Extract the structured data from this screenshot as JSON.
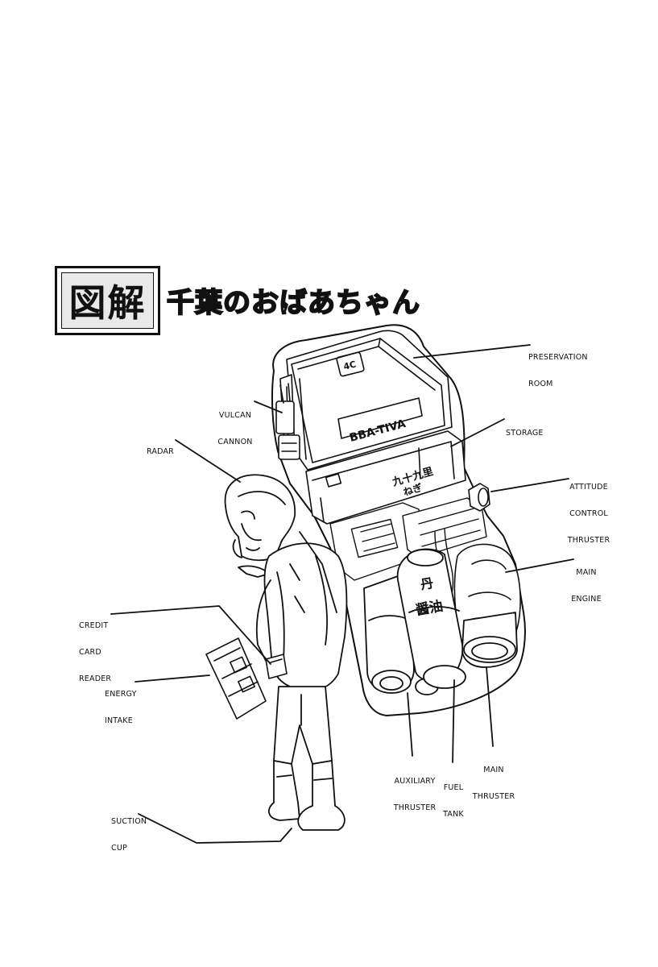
{
  "title": {
    "kanji": "図解",
    "subtitle": "千葉のおばあちゃん"
  },
  "labels": {
    "preservation_room": [
      "PRESERVATION",
      "ROOM"
    ],
    "vulcan_cannon": [
      "VULCAN",
      "CANNON"
    ],
    "radar": [
      "RADAR"
    ],
    "storage": [
      "STORAGE"
    ],
    "attitude_control_thruster": [
      "ATTITUDE",
      "CONTROL",
      "THRUSTER"
    ],
    "main_engine": [
      "MAIN",
      "ENGINE"
    ],
    "credit_card_reader": [
      "CREDIT",
      "CARD",
      "READER"
    ],
    "energy_intake": [
      "ENERGY",
      "INTAKE"
    ],
    "auxiliary_thruster": [
      "AUXILIARY",
      "THRUSTER"
    ],
    "fuel_tank": [
      "FUEL",
      "TANK"
    ],
    "main_thruster": [
      "MAIN",
      "THRUSTER"
    ],
    "suction_cup": [
      "SUCTION",
      "CUP"
    ]
  },
  "device_markings": {
    "cooler_brand": "BBA-TIVA",
    "cooler_logo": "4C",
    "storage_text": [
      "九十九里",
      "ねぎ"
    ],
    "tank_text": [
      "丹",
      "醤油"
    ]
  },
  "colors": {
    "ink": "#111111",
    "paper": "#ffffff",
    "screentone": "#e9e9e9"
  }
}
